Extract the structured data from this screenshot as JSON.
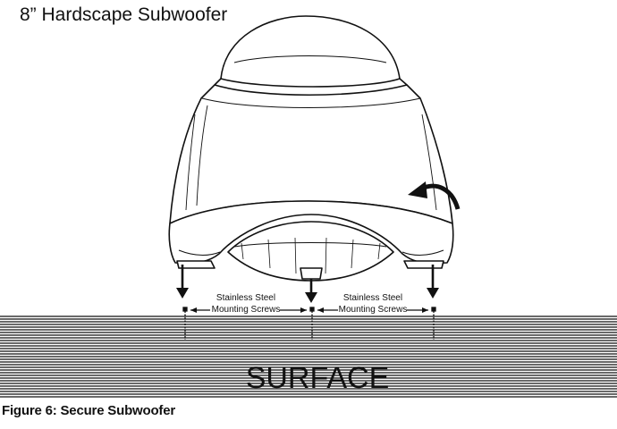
{
  "title": "8” Hardscape Subwoofer",
  "screws": {
    "left": {
      "line1": "Stainless Steel",
      "line2": "Mounting Screws"
    },
    "right": {
      "line1": "Stainless Steel",
      "line2": "Mounting Screws"
    }
  },
  "surface_label": "SURFACE",
  "caption": "Figure 6: Secure Subwoofer",
  "colors": {
    "ink": "#111111",
    "background": "#ffffff"
  },
  "icons": [
    "rotation-arrow-icon",
    "down-arrow-icon",
    "screw-icon"
  ]
}
